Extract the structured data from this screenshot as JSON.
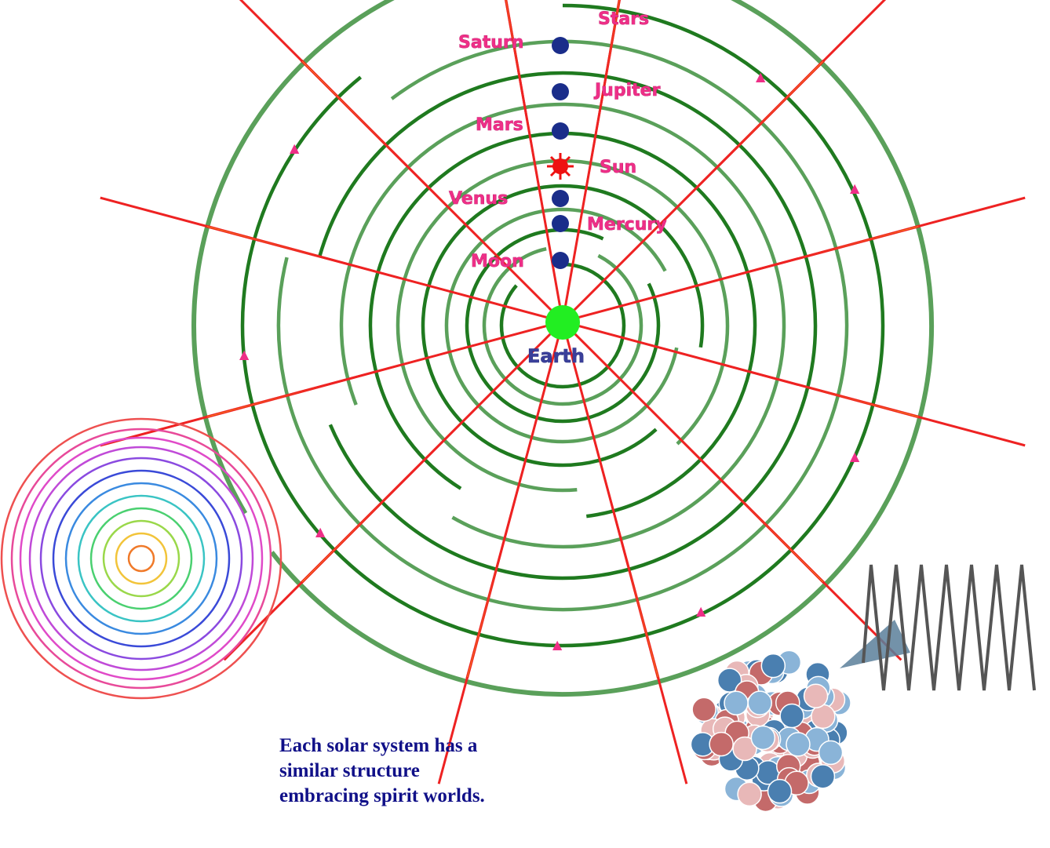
{
  "diagram": {
    "center_label": "Earth",
    "body_labels": [
      "Moon",
      "Mercury",
      "Venus",
      "Sun",
      "Mars",
      "Jupiter",
      "Saturn",
      "Stars"
    ]
  },
  "caption": {
    "line1": "Each solar system has a",
    "line2": "similar structure",
    "line3": "embracing spirit worlds."
  },
  "colors": {
    "sphere_dark": "#1f7a1f",
    "sphere_light": "#5aa05a",
    "ray_core": "#ffe21a",
    "ray_edge": "#ee2222",
    "planet": "#1a2d8a",
    "earth": "#22ee22",
    "sun": "#ee1111",
    "label": "#ee2f87",
    "caption": "#101088"
  }
}
